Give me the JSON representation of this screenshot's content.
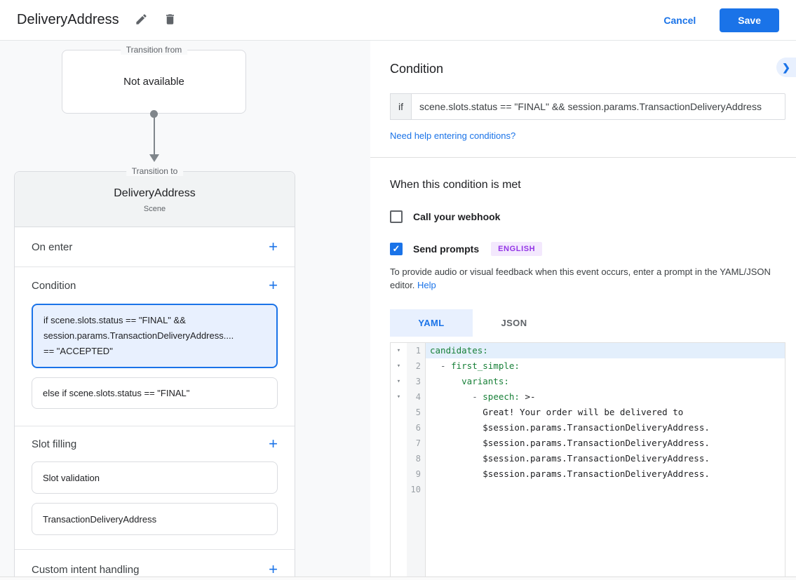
{
  "colors": {
    "accent_blue": "#1a73e8",
    "selected_condition_bg": "#e8f0fe",
    "badge_purple_bg": "#f3e8fd",
    "badge_purple_text": "#9334e6",
    "code_key_green": "#188038",
    "canvas_bg": "#f8f9fa"
  },
  "icons": {
    "plus": "+",
    "check": "✓",
    "chevron_right": "❯",
    "fold_arrow": "▾"
  },
  "header": {
    "title": "DeliveryAddress",
    "cancel_label": "Cancel",
    "save_label": "Save"
  },
  "canvas": {
    "transition_from": {
      "label": "Transition from",
      "value": "Not available"
    },
    "transition_to": {
      "label": "Transition to",
      "name": "DeliveryAddress",
      "type": "Scene"
    },
    "sections": {
      "on_enter": "On enter",
      "condition": "Condition",
      "slot_filling": "Slot filling",
      "custom_intent": "Custom intent handling"
    },
    "condition_cards": {
      "selected": "if scene.slots.status == \"FINAL\" &&\nsession.params.TransactionDeliveryAddress....\n== \"ACCEPTED\"",
      "else_card": "else if scene.slots.status == \"FINAL\""
    },
    "slot_cards": {
      "validation": "Slot validation",
      "slot": "TransactionDeliveryAddress"
    }
  },
  "panel": {
    "title": "Condition",
    "if_label": "if",
    "if_value": "scene.slots.status == \"FINAL\" && session.params.TransactionDeliveryAddress",
    "help_link": "Need help entering conditions?",
    "met_heading": "When this condition is met",
    "webhook_label": "Call your webhook",
    "prompts_label": "Send prompts",
    "language_badge": "ENGLISH",
    "hint_before_link": "To provide audio or visual feedback when this event occurs, enter a prompt in the YAML/JSON editor. ",
    "hint_link": "Help",
    "tabs": {
      "yaml": "YAML",
      "json": "JSON"
    }
  },
  "editor": {
    "active_line": "1",
    "lines": [
      {
        "num": "1",
        "fold": "▾",
        "pre": "",
        "key": "candidates:",
        "post": ""
      },
      {
        "num": "2",
        "fold": "▾",
        "pre": "  - ",
        "key": "first_simple:",
        "post": ""
      },
      {
        "num": "3",
        "fold": "▾",
        "pre": "      ",
        "key": "variants:",
        "post": ""
      },
      {
        "num": "4",
        "fold": "▾",
        "pre": "        - ",
        "key": "speech:",
        "post": " >-"
      },
      {
        "num": "5",
        "fold": "",
        "pre": "          ",
        "key": "",
        "post": "Great! Your order will be delivered to"
      },
      {
        "num": "6",
        "fold": "",
        "pre": "          ",
        "key": "",
        "post": "$session.params.TransactionDeliveryAddress."
      },
      {
        "num": "7",
        "fold": "",
        "pre": "          ",
        "key": "",
        "post": "$session.params.TransactionDeliveryAddress."
      },
      {
        "num": "8",
        "fold": "",
        "pre": "          ",
        "key": "",
        "post": "$session.params.TransactionDeliveryAddress."
      },
      {
        "num": "9",
        "fold": "",
        "pre": "          ",
        "key": "",
        "post": "$session.params.TransactionDeliveryAddress."
      },
      {
        "num": "10",
        "fold": "",
        "pre": "",
        "key": "",
        "post": ""
      }
    ]
  }
}
